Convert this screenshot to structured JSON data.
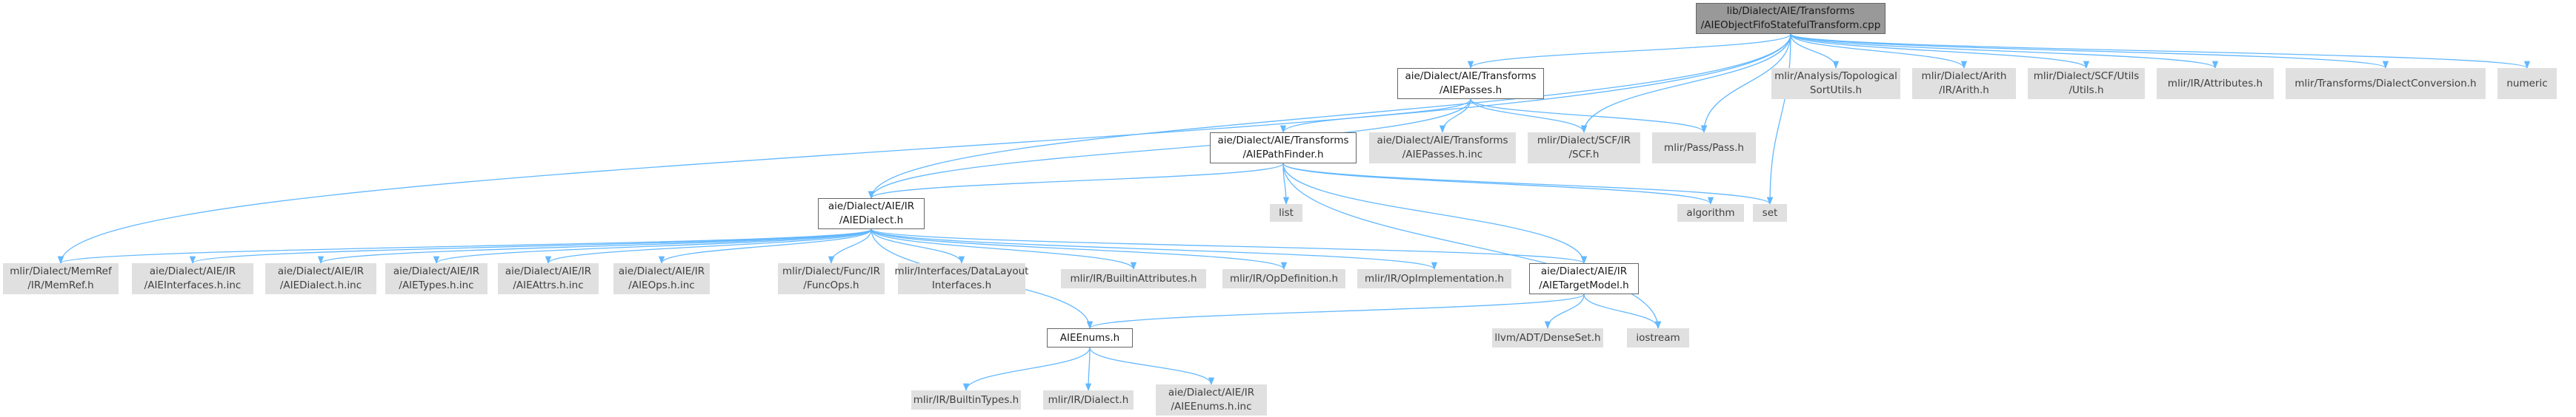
{
  "diagram": {
    "type": "include-dependency-graph",
    "edge_color": "#63b8ff",
    "nodes": [
      {
        "id": "root",
        "kind": "root",
        "lines": [
          "lib/Dialect/AIE/Transforms",
          "/AIEObjectFifoStatefulTransform.cpp"
        ]
      },
      {
        "id": "passes_h",
        "kind": "local",
        "lines": [
          "aie/Dialect/AIE/Transforms",
          "/AIEPasses.h"
        ]
      },
      {
        "id": "topo",
        "kind": "sys",
        "lines": [
          "mlir/Analysis/Topological",
          "SortUtils.h"
        ]
      },
      {
        "id": "arith",
        "kind": "sys",
        "lines": [
          "mlir/Dialect/Arith",
          "/IR/Arith.h"
        ]
      },
      {
        "id": "scfutils",
        "kind": "sys",
        "lines": [
          "mlir/Dialect/SCF/Utils",
          "/Utils.h"
        ]
      },
      {
        "id": "attrs",
        "kind": "sys",
        "lines": [
          "mlir/IR/Attributes.h"
        ]
      },
      {
        "id": "dconv",
        "kind": "sys",
        "lines": [
          "mlir/Transforms/DialectConversion.h"
        ]
      },
      {
        "id": "numeric",
        "kind": "sys",
        "lines": [
          "numeric"
        ]
      },
      {
        "id": "pathfinder",
        "kind": "local",
        "lines": [
          "aie/Dialect/AIE/Transforms",
          "/AIEPathFinder.h"
        ]
      },
      {
        "id": "passes_inc",
        "kind": "sys",
        "lines": [
          "aie/Dialect/AIE/Transforms",
          "/AIEPasses.h.inc"
        ]
      },
      {
        "id": "scf",
        "kind": "sys",
        "lines": [
          "mlir/Dialect/SCF/IR",
          "/SCF.h"
        ]
      },
      {
        "id": "pass",
        "kind": "sys",
        "lines": [
          "mlir/Pass/Pass.h"
        ]
      },
      {
        "id": "aiedialect",
        "kind": "local",
        "lines": [
          "aie/Dialect/AIE/IR",
          "/AIEDialect.h"
        ]
      },
      {
        "id": "list",
        "kind": "sys",
        "lines": [
          "list"
        ]
      },
      {
        "id": "algorithm",
        "kind": "sys",
        "lines": [
          "algorithm"
        ]
      },
      {
        "id": "set",
        "kind": "sys",
        "lines": [
          "set"
        ]
      },
      {
        "id": "memref",
        "kind": "sys",
        "lines": [
          "mlir/Dialect/MemRef",
          "/IR/MemRef.h"
        ]
      },
      {
        "id": "ifaces",
        "kind": "sys",
        "lines": [
          "aie/Dialect/AIE/IR",
          "/AIEInterfaces.h.inc"
        ]
      },
      {
        "id": "dialect_inc",
        "kind": "sys",
        "lines": [
          "aie/Dialect/AIE/IR",
          "/AIEDialect.h.inc"
        ]
      },
      {
        "id": "types_inc",
        "kind": "sys",
        "lines": [
          "aie/Dialect/AIE/IR",
          "/AIETypes.h.inc"
        ]
      },
      {
        "id": "attrs_inc",
        "kind": "sys",
        "lines": [
          "aie/Dialect/AIE/IR",
          "/AIEAttrs.h.inc"
        ]
      },
      {
        "id": "ops_inc",
        "kind": "sys",
        "lines": [
          "aie/Dialect/AIE/IR",
          "/AIEOps.h.inc"
        ]
      },
      {
        "id": "funcops",
        "kind": "sys",
        "lines": [
          "mlir/Dialect/Func/IR",
          "/FuncOps.h"
        ]
      },
      {
        "id": "datalayout",
        "kind": "sys",
        "lines": [
          "mlir/Interfaces/DataLayout",
          "Interfaces.h"
        ]
      },
      {
        "id": "builtinattrs",
        "kind": "sys",
        "lines": [
          "mlir/IR/BuiltinAttributes.h"
        ]
      },
      {
        "id": "opdef",
        "kind": "sys",
        "lines": [
          "mlir/IR/OpDefinition.h"
        ]
      },
      {
        "id": "opimpl",
        "kind": "sys",
        "lines": [
          "mlir/IR/OpImplementation.h"
        ]
      },
      {
        "id": "targetmodel",
        "kind": "local",
        "lines": [
          "aie/Dialect/AIE/IR",
          "/AIETargetModel.h"
        ]
      },
      {
        "id": "denseset",
        "kind": "sys",
        "lines": [
          "llvm/ADT/DenseSet.h"
        ]
      },
      {
        "id": "iostream",
        "kind": "sys",
        "lines": [
          "iostream"
        ]
      },
      {
        "id": "enums",
        "kind": "local",
        "lines": [
          "AIEEnums.h"
        ]
      },
      {
        "id": "builtintypes",
        "kind": "sys",
        "lines": [
          "mlir/IR/BuiltinTypes.h"
        ]
      },
      {
        "id": "irdialect",
        "kind": "sys",
        "lines": [
          "mlir/IR/Dialect.h"
        ]
      },
      {
        "id": "enums_inc",
        "kind": "sys",
        "lines": [
          "aie/Dialect/AIE/IR",
          "/AIEEnums.h.inc"
        ]
      }
    ],
    "edges": [
      [
        "root",
        "passes_h"
      ],
      [
        "root",
        "topo"
      ],
      [
        "root",
        "arith"
      ],
      [
        "root",
        "scfutils"
      ],
      [
        "root",
        "attrs"
      ],
      [
        "root",
        "dconv"
      ],
      [
        "root",
        "numeric"
      ],
      [
        "root",
        "memref"
      ],
      [
        "root",
        "aiedialect"
      ],
      [
        "root",
        "scf"
      ],
      [
        "root",
        "pass"
      ],
      [
        "root",
        "set"
      ],
      [
        "passes_h",
        "pathfinder"
      ],
      [
        "passes_h",
        "passes_inc"
      ],
      [
        "passes_h",
        "scf"
      ],
      [
        "passes_h",
        "pass"
      ],
      [
        "passes_h",
        "aiedialect"
      ],
      [
        "pathfinder",
        "aiedialect"
      ],
      [
        "pathfinder",
        "list"
      ],
      [
        "pathfinder",
        "algorithm"
      ],
      [
        "pathfinder",
        "set"
      ],
      [
        "pathfinder",
        "targetmodel"
      ],
      [
        "pathfinder",
        "iostream"
      ],
      [
        "aiedialect",
        "memref"
      ],
      [
        "aiedialect",
        "ifaces"
      ],
      [
        "aiedialect",
        "dialect_inc"
      ],
      [
        "aiedialect",
        "types_inc"
      ],
      [
        "aiedialect",
        "attrs_inc"
      ],
      [
        "aiedialect",
        "ops_inc"
      ],
      [
        "aiedialect",
        "funcops"
      ],
      [
        "aiedialect",
        "datalayout"
      ],
      [
        "aiedialect",
        "builtinattrs"
      ],
      [
        "aiedialect",
        "opdef"
      ],
      [
        "aiedialect",
        "opimpl"
      ],
      [
        "aiedialect",
        "targetmodel"
      ],
      [
        "aiedialect",
        "enums"
      ],
      [
        "targetmodel",
        "denseset"
      ],
      [
        "targetmodel",
        "iostream"
      ],
      [
        "targetmodel",
        "enums"
      ],
      [
        "enums",
        "builtintypes"
      ],
      [
        "enums",
        "irdialect"
      ],
      [
        "enums",
        "enums_inc"
      ]
    ]
  }
}
